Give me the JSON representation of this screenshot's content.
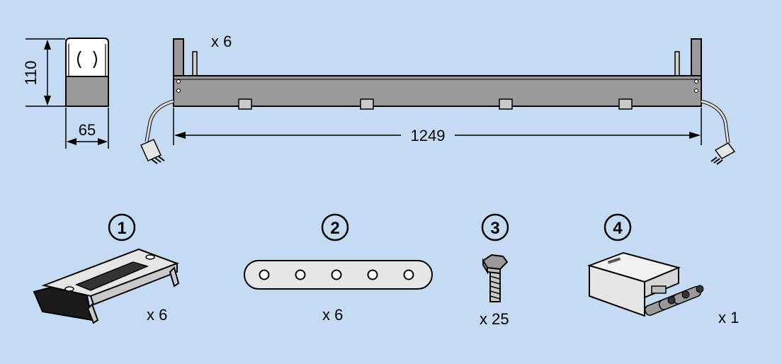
{
  "dimensions": {
    "height": "110",
    "width": "65",
    "length": "1249",
    "bracket_count": "x 6"
  },
  "parts": [
    {
      "number": "1",
      "quantity": "x 6",
      "icon": "mounting-bracket-icon"
    },
    {
      "number": "2",
      "quantity": "x 6",
      "icon": "perforated-connector-strip-icon"
    },
    {
      "number": "3",
      "quantity": "x 25",
      "icon": "hex-bolt-icon"
    },
    {
      "number": "4",
      "quantity": "x 1",
      "icon": "cable-connector-plug-icon"
    }
  ],
  "colors": {
    "background": "#c5dbf4",
    "housing": "#9a9a9a",
    "part_fill": "#e6e6e6",
    "outline": "#000000"
  }
}
